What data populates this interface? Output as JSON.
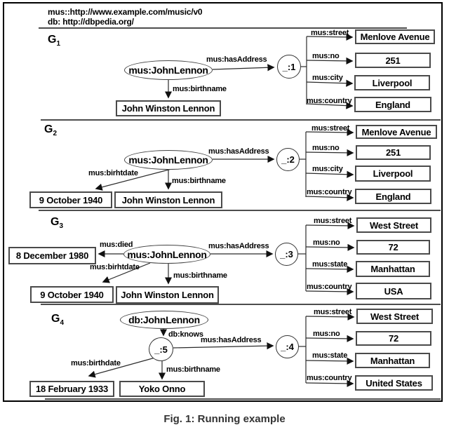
{
  "meta": {
    "ink": "#000000",
    "background": "#ffffff",
    "box_border": "#4a4a4a"
  },
  "header": {
    "line1": "mus::http://www.example.com/music/v0",
    "line2": "db: http://dbpedia.org/"
  },
  "caption": "Fig. 1: Running example",
  "g1": {
    "label": "G",
    "sub": "1",
    "subject": "mus:JohnLennon",
    "blank": "_:1",
    "hasaddress": "mus:hasAddress",
    "birthname": "mus:birthname",
    "birthname_value": "John Winston Lennon",
    "rows": [
      {
        "p": "mus:street",
        "v": "Menlove Avenue"
      },
      {
        "p": "mus:no",
        "v": "251"
      },
      {
        "p": "mus:city",
        "v": "Liverpool"
      },
      {
        "p": "mus:country",
        "v": "England"
      }
    ]
  },
  "g2": {
    "label": "G",
    "sub": "2",
    "subject": "mus:JohnLennon",
    "blank": "_:2",
    "hasaddress": "mus:hasAddress",
    "birthdate": "mus:birhtdate",
    "birthdate_value": "9 October 1940",
    "birthname": "mus:birthname",
    "birthname_value": "John Winston Lennon",
    "rows": [
      {
        "p": "mus:street",
        "v": "Menlove Avenue"
      },
      {
        "p": "mus:no",
        "v": "251"
      },
      {
        "p": "mus:city",
        "v": "Liverpool"
      },
      {
        "p": "mus:country",
        "v": "England"
      }
    ]
  },
  "g3": {
    "label": "G",
    "sub": "3",
    "subject": "mus:JohnLennon",
    "blank": "_:3",
    "died": "mus:died",
    "died_value": "8 December 1980",
    "hasaddress": "mus:hasAddress",
    "birthdate": "mus:birhtdate",
    "birthdate_value": "9 October 1940",
    "birthname": "mus:birthname",
    "birthname_value": "John Winston Lennon",
    "rows": [
      {
        "p": "mus:street",
        "v": "West Street"
      },
      {
        "p": "mus:no",
        "v": "72"
      },
      {
        "p": "mus:state",
        "v": "Manhattan"
      },
      {
        "p": "mus:country",
        "v": "USA"
      }
    ]
  },
  "g4": {
    "label": "G",
    "sub": "4",
    "subject": "db:JohnLennon",
    "knows": "db:knows",
    "blank5": "_:5",
    "blank4": "_:4",
    "hasaddress": "mus:hasAddress",
    "birthdate": "mus:birthdate",
    "birthdate_value": "18 February 1933",
    "birthname": "mus:birthname",
    "birthname_value": "Yoko Onno",
    "rows": [
      {
        "p": "mus:street",
        "v": "West Street"
      },
      {
        "p": "mus:no",
        "v": "72"
      },
      {
        "p": "mus:state",
        "v": "Manhattan"
      },
      {
        "p": "mus:country",
        "v": "United States"
      }
    ]
  }
}
